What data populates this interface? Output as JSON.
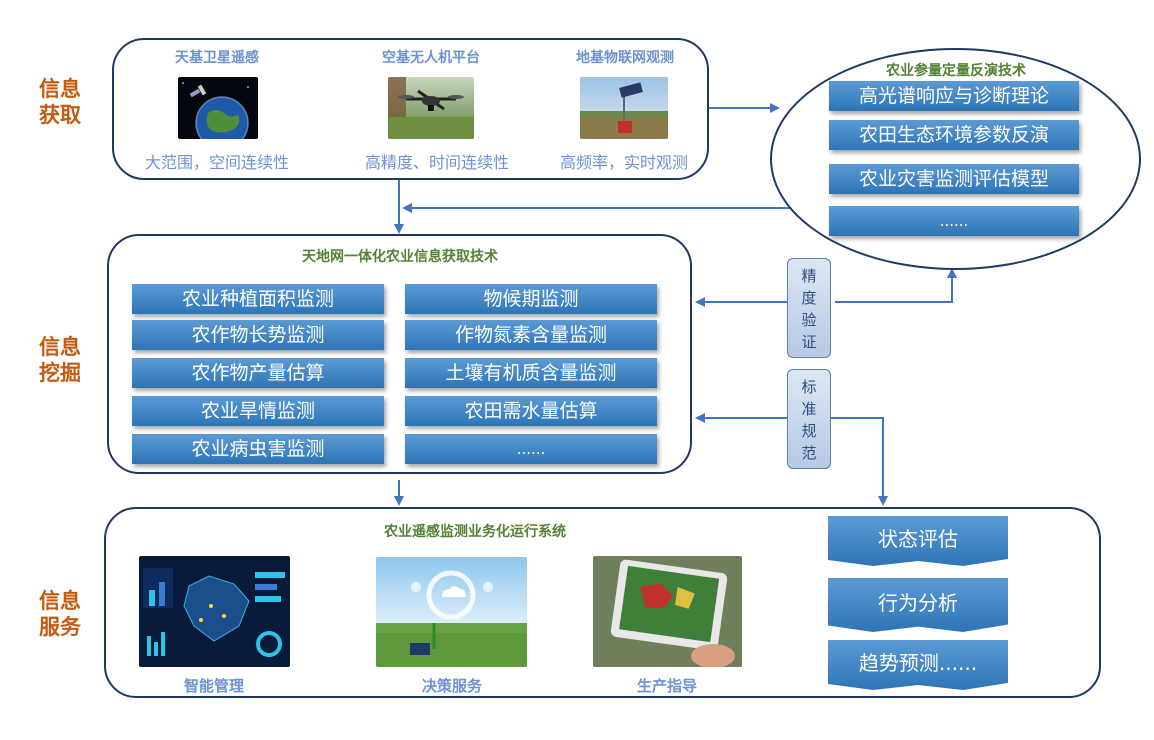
{
  "side_labels": {
    "acquire": [
      "信息",
      "获取"
    ],
    "mining": [
      "信息",
      "挖掘"
    ],
    "service": [
      "信息",
      "服务"
    ]
  },
  "acquisition": {
    "sources": [
      {
        "title": "天基卫星遥感",
        "caption": "大范围，空间连续性"
      },
      {
        "title": "空基无人机平台",
        "caption": "高精度、时间连续性"
      },
      {
        "title": "地基物联网观测",
        "caption": "高频率，实时观测"
      }
    ]
  },
  "inversion": {
    "title": "农业参量定量反演技术",
    "items": [
      "高光谱响应与诊断理论",
      "农田生态环境参数反演",
      "农业灾害监测评估模型",
      "......"
    ]
  },
  "mining": {
    "title": "天地网一体化农业信息获取技术",
    "left_items": [
      "农业种植面积监测",
      "农作物长势监测",
      "农作物产量估算",
      "农业旱情监测",
      "农业病虫害监测"
    ],
    "right_items": [
      "物候期监测",
      "作物氮素含量监测",
      "土壤有机质含量监测",
      "农田需水量估算",
      "......"
    ]
  },
  "validation": {
    "precision": [
      "精",
      "度",
      "验",
      "证"
    ],
    "standard": [
      "标",
      "准",
      "规",
      "范"
    ]
  },
  "service": {
    "title": "农业遥感监测业务化运行系统",
    "apps": [
      "智能管理",
      "决策服务",
      "生产指导"
    ],
    "outputs": [
      "状态评估",
      "行为分析",
      "趋势预测......"
    ]
  },
  "colors": {
    "border": "#1f3864",
    "side_label": "#c55a11",
    "section_title": "#548235",
    "caption": "#6d93d0",
    "button_top": "#5b9bd5",
    "button_bottom": "#2e75b6",
    "arrow": "#4472c4"
  }
}
